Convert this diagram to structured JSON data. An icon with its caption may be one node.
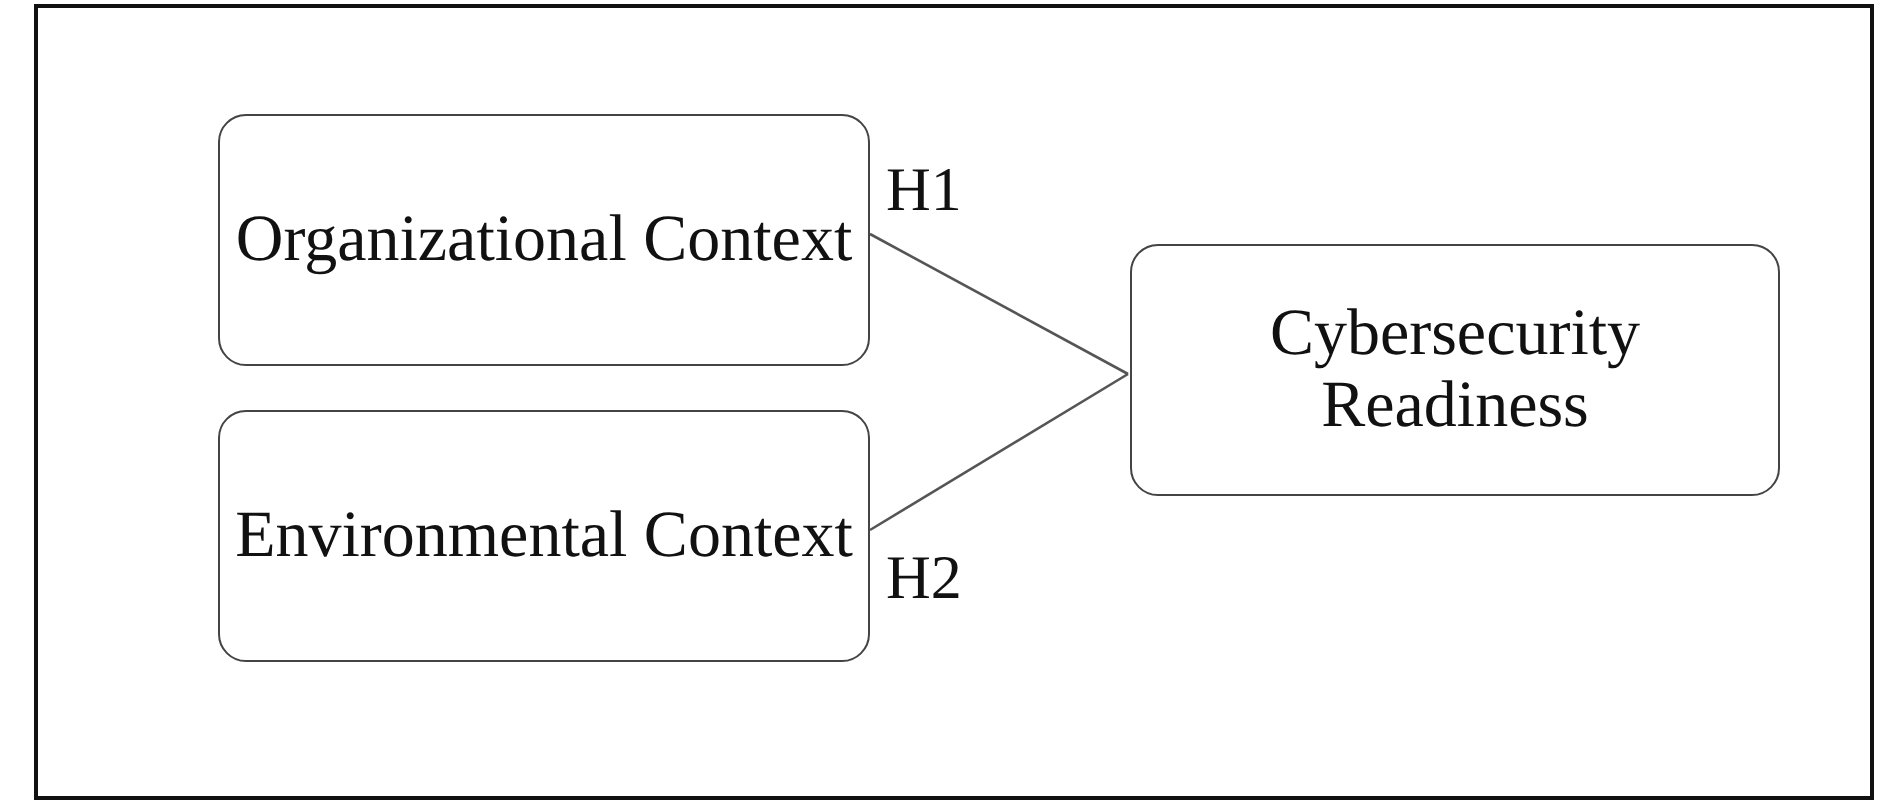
{
  "diagram": {
    "nodes": [
      {
        "text": [
          "Organizational Context"
        ]
      },
      {
        "text": [
          "Environmental Context"
        ]
      },
      {
        "text": [
          "Cybersecurity Readiness"
        ]
      }
    ],
    "edges": [
      {
        "from": 0,
        "to": 2,
        "arrow": "none",
        "label": "H1"
      },
      {
        "from": 1,
        "to": 2,
        "arrow": "none",
        "label": "H2"
      }
    ]
  }
}
